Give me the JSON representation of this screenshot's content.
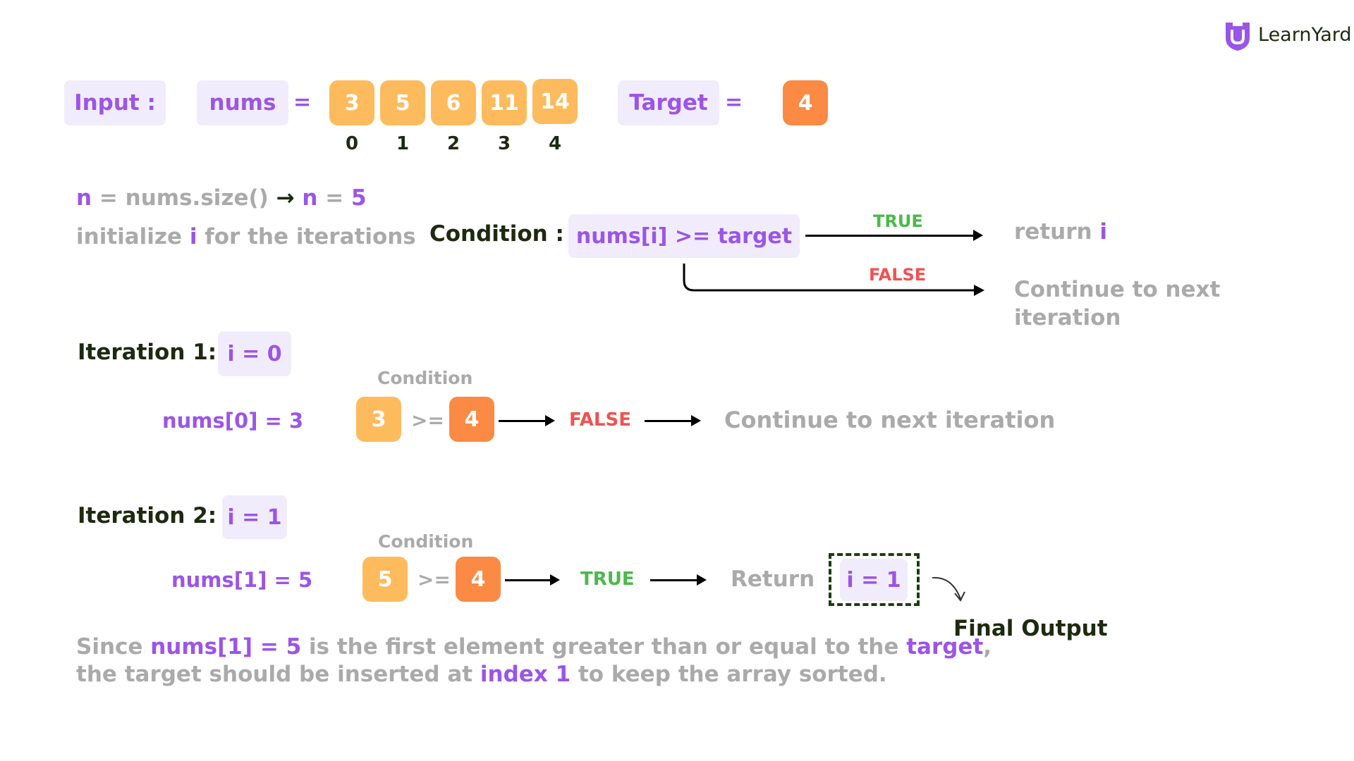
{
  "brand": {
    "name": "LearnYard",
    "logo_icon": "shield-u-icon"
  },
  "colors": {
    "purple": "#9b55e6",
    "orange_light": "#fdbb5e",
    "orange_dark": "#fb8a44",
    "green": "#4cb84c",
    "red": "#f05252",
    "gray": "#aaaaaa",
    "dark": "#1d2a10",
    "pill_bg": "#f1ecfb"
  },
  "input": {
    "label": "Input :",
    "nums_label": "nums",
    "equals": "=",
    "nums": [
      "3",
      "5",
      "6",
      "11",
      "14"
    ],
    "indices": [
      "0",
      "1",
      "2",
      "3",
      "4"
    ],
    "target_label": "Target",
    "target_value": "4"
  },
  "setup": {
    "line1": {
      "n": "n",
      "eq": "=",
      "expr": "nums.size()",
      "arrow": "→",
      "n2": "n",
      "eq2": "=",
      "val": "5"
    },
    "line2": {
      "prefix": "initialize",
      "var": "i",
      "suffix": "for the iterations"
    }
  },
  "condition": {
    "label": "Condition :",
    "expr": "nums[i] >= target",
    "true_label": "TRUE",
    "true_result": "return",
    "true_var": "i",
    "false_label": "FALSE",
    "false_result_line1": "Continue to next",
    "false_result_line2": "iteration"
  },
  "iteration1": {
    "label": "Iteration 1:",
    "i_value": "i = 0",
    "condition_caption": "Condition",
    "lhs_text": "nums[0] = 3",
    "left": "3",
    "op": ">=",
    "right": "4",
    "result": "FALSE",
    "outcome": "Continue to next iteration"
  },
  "iteration2": {
    "label": "Iteration 2:",
    "i_value": "i = 1",
    "condition_caption": "Condition",
    "lhs_text": "nums[1] = 5",
    "left": "5",
    "op": ">=",
    "right": "4",
    "result": "TRUE",
    "outcome": "Return",
    "return_value": "i = 1",
    "final_label": "Final Output"
  },
  "conclusion": {
    "p1": "Since",
    "h1": "nums[1] = 5",
    "p2": "is the first element greater than or equal to the",
    "h2": "target",
    "p3": ",",
    "p4": "the target should be inserted at",
    "h3": "index 1",
    "p5": "to keep the array sorted."
  }
}
